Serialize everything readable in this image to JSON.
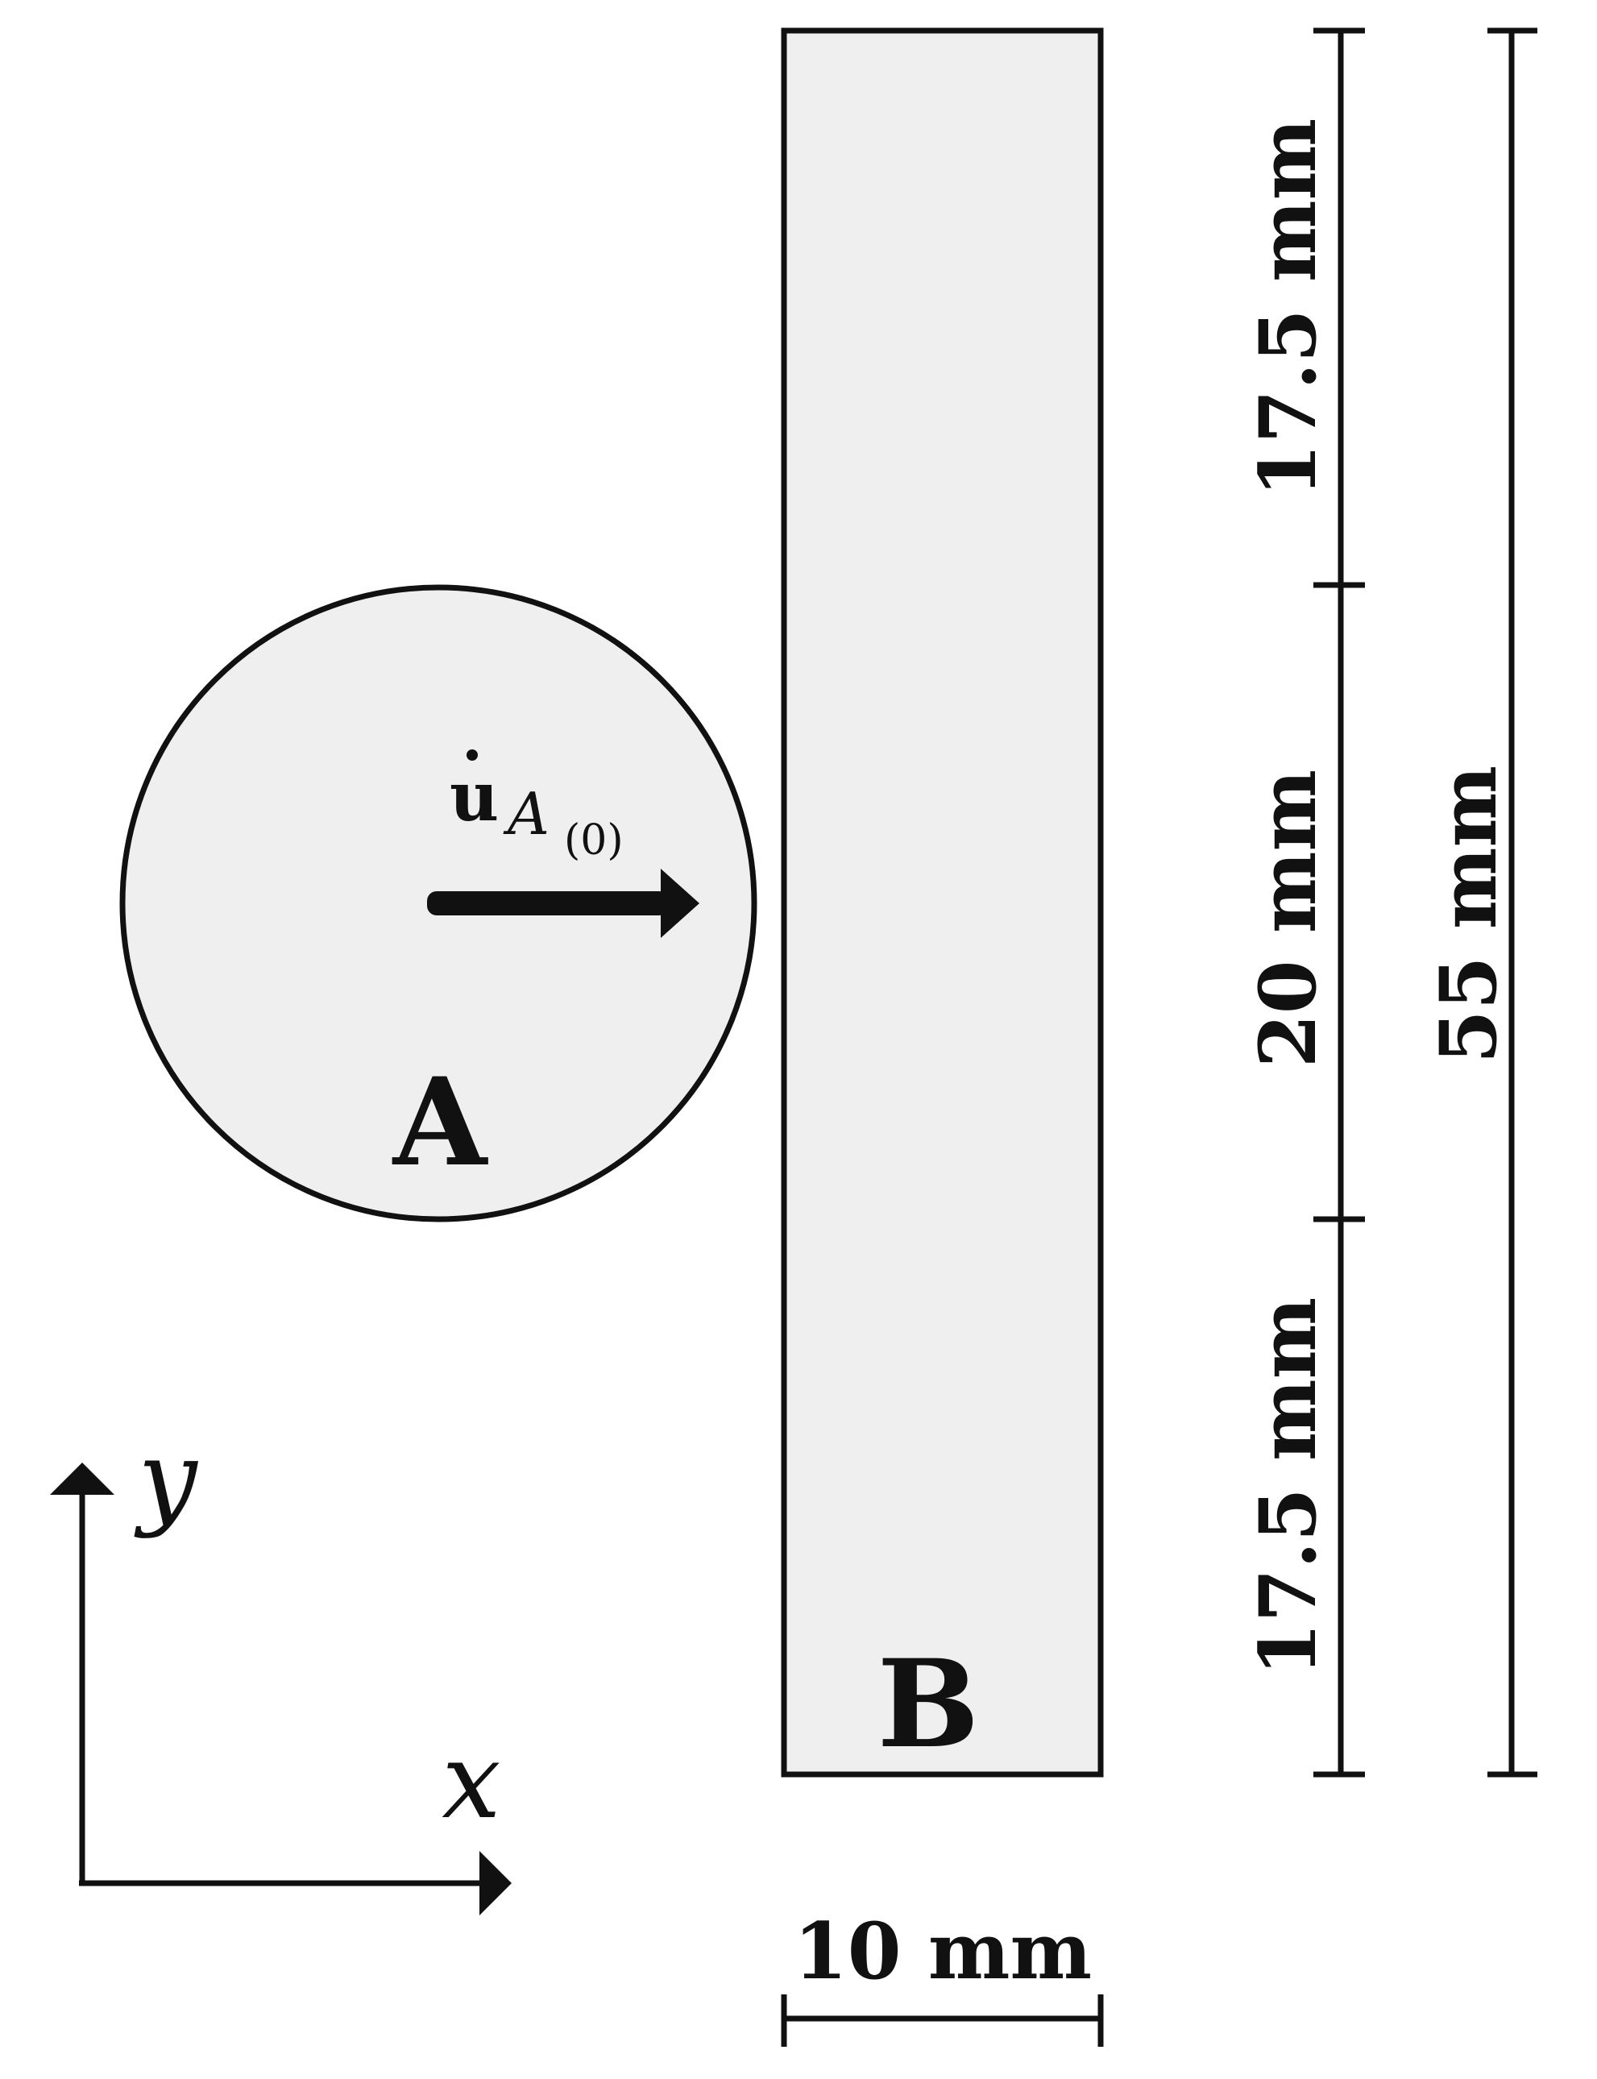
{
  "diagram": {
    "body_a_label": "A",
    "body_b_label": "B",
    "velocity_label": {
      "symbol": "u",
      "subscript": "A",
      "subsubscript": "(0)"
    },
    "axes": {
      "x_label": "x",
      "y_label": "y"
    },
    "dimensions": {
      "top_segment": "17.5 mm",
      "middle_segment": "20 mm",
      "bottom_segment": "17.5 mm",
      "total_height": "55 mm",
      "width": "10 mm"
    },
    "colors": {
      "fill": "#efefef",
      "stroke": "#111111"
    }
  }
}
